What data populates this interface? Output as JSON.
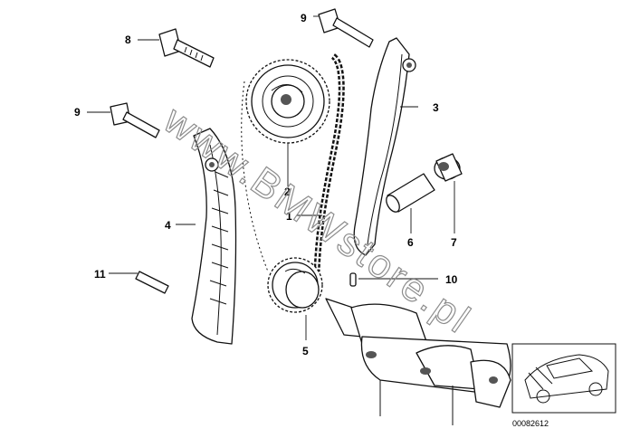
{
  "diagram": {
    "callouts": {
      "c1": "1",
      "c2": "2",
      "c3": "3",
      "c4": "4",
      "c5": "5",
      "c6": "6",
      "c7": "7",
      "c8": "8",
      "c9a": "9",
      "c9b": "9",
      "c10": "10",
      "c11": "11"
    },
    "watermark": "www.BMWstore.pl",
    "document_number": "00082612"
  }
}
